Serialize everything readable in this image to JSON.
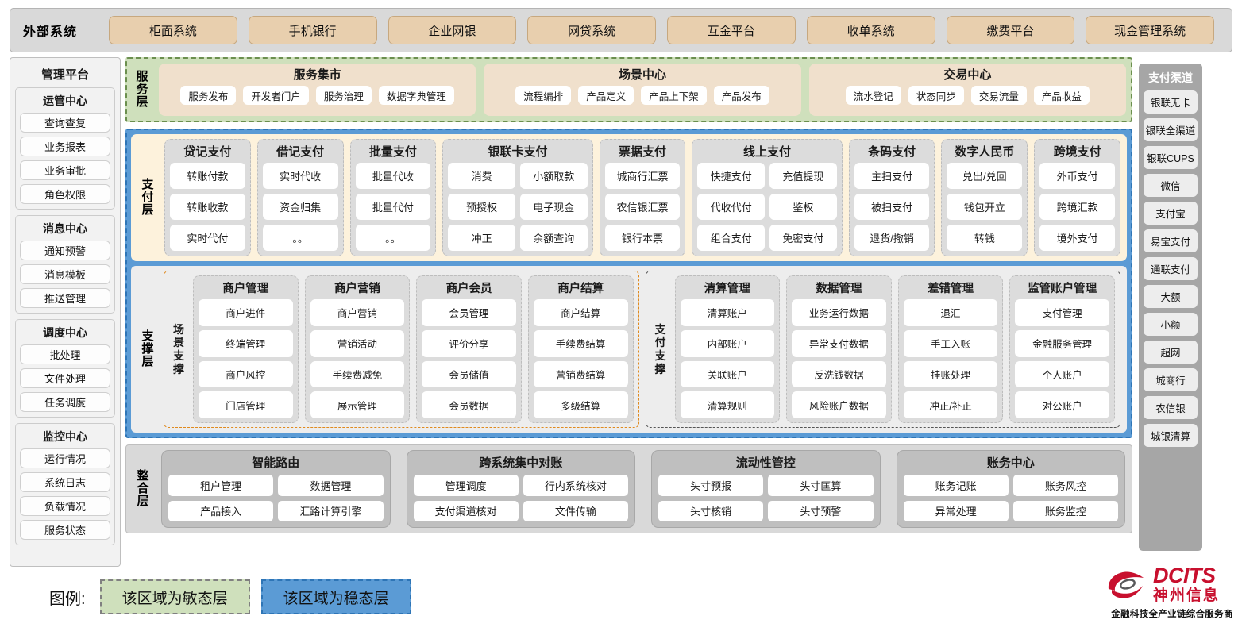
{
  "external": {
    "title": "外部系统",
    "items": [
      "柜面系统",
      "手机银行",
      "企业网银",
      "网贷系统",
      "互金平台",
      "收单系统",
      "缴费平台",
      "现金管理系统"
    ]
  },
  "management": {
    "title": "管理平台",
    "groups": [
      {
        "title": "运管中心",
        "items": [
          "查询查复",
          "业务报表",
          "业务审批",
          "角色权限"
        ]
      },
      {
        "title": "消息中心",
        "items": [
          "通知预警",
          "消息模板",
          "推送管理"
        ]
      },
      {
        "title": "调度中心",
        "items": [
          "批处理",
          "文件处理",
          "任务调度"
        ]
      },
      {
        "title": "监控中心",
        "items": [
          "运行情况",
          "系统日志",
          "负载情况",
          "服务状态"
        ]
      }
    ]
  },
  "channels": {
    "title": "支付渠道",
    "items": [
      "银联无卡",
      "银联全渠道",
      "银联CUPS",
      "微信",
      "支付宝",
      "易宝支付",
      "通联支付",
      "大额",
      "小额",
      "超网",
      "城商行",
      "农信银",
      "城银清算"
    ]
  },
  "service_layer": {
    "label": "服务层",
    "boxes": [
      {
        "title": "服务集市",
        "items": [
          "服务发布",
          "开发者门户",
          "服务治理",
          "数据字典管理"
        ]
      },
      {
        "title": "场景中心",
        "items": [
          "流程编排",
          "产品定义",
          "产品上下架",
          "产品发布"
        ]
      },
      {
        "title": "交易中心",
        "items": [
          "流水登记",
          "状态同步",
          "交易流量",
          "产品收益"
        ]
      }
    ]
  },
  "payment_layer": {
    "label": "支付层",
    "columns": [
      {
        "title": "贷记支付",
        "cols": [
          [
            "转账付款",
            "转账收款",
            "实时代付"
          ]
        ]
      },
      {
        "title": "借记支付",
        "cols": [
          [
            "实时代收",
            "资金归集",
            "。。"
          ]
        ]
      },
      {
        "title": "批量支付",
        "cols": [
          [
            "批量代收",
            "批量代付",
            "。。"
          ]
        ]
      },
      {
        "title": "银联卡支付",
        "cols": [
          [
            "消费",
            "预授权",
            "冲正"
          ],
          [
            "小额取款",
            "电子现金",
            "余额查询"
          ]
        ]
      },
      {
        "title": "票据支付",
        "cols": [
          [
            "城商行汇票",
            "农信银汇票",
            "银行本票"
          ]
        ]
      },
      {
        "title": "线上支付",
        "cols": [
          [
            "快捷支付",
            "代收代付",
            "组合支付"
          ],
          [
            "充值提现",
            "鉴权",
            "免密支付"
          ]
        ]
      },
      {
        "title": "条码支付",
        "cols": [
          [
            "主扫支付",
            "被扫支付",
            "退货/撤销"
          ]
        ]
      },
      {
        "title": "数字人民币",
        "cols": [
          [
            "兑出/兑回",
            "钱包开立",
            "转钱"
          ]
        ]
      },
      {
        "title": "跨境支付",
        "cols": [
          [
            "外币支付",
            "跨境汇款",
            "境外支付"
          ]
        ]
      }
    ]
  },
  "support_layer": {
    "label": "支撑层",
    "groups": [
      {
        "label": "场景支撑",
        "columns": [
          {
            "title": "商户管理",
            "items": [
              "商户进件",
              "终端管理",
              "商户风控",
              "门店管理"
            ]
          },
          {
            "title": "商户营销",
            "items": [
              "商户营销",
              "营销活动",
              "手续费减免",
              "展示管理"
            ]
          },
          {
            "title": "商户会员",
            "items": [
              "会员管理",
              "评价分享",
              "会员储值",
              "会员数据"
            ]
          },
          {
            "title": "商户结算",
            "items": [
              "商户结算",
              "手续费结算",
              "营销费结算",
              "多级结算"
            ]
          }
        ]
      },
      {
        "label": "支付支撑",
        "columns": [
          {
            "title": "清算管理",
            "items": [
              "清算账户",
              "内部账户",
              "关联账户",
              "清算规则"
            ]
          },
          {
            "title": "数据管理",
            "items": [
              "业务运行数据",
              "异常支付数据",
              "反洗钱数据",
              "风险账户数据"
            ]
          },
          {
            "title": "差错管理",
            "items": [
              "退汇",
              "手工入账",
              "挂账处理",
              "冲正/补正"
            ]
          },
          {
            "title": "监管账户管理",
            "items": [
              "支付管理",
              "金融服务管理",
              "个人账户",
              "对公账户"
            ]
          }
        ]
      }
    ]
  },
  "integration_layer": {
    "label": "整合层",
    "boxes": [
      {
        "title": "智能路由",
        "items": [
          "租户管理",
          "数据管理",
          "产品接入",
          "汇路计算引擎"
        ]
      },
      {
        "title": "跨系统集中对账",
        "items": [
          "管理调度",
          "行内系统核对",
          "支付渠道核对",
          "文件传输"
        ]
      },
      {
        "title": "流动性管控",
        "items": [
          "头寸预报",
          "头寸匡算",
          "头寸核销",
          "头寸预警"
        ]
      },
      {
        "title": "账务中心",
        "items": [
          "账务记账",
          "账务风控",
          "异常处理",
          "账务监控"
        ]
      }
    ]
  },
  "legend": {
    "label": "图例:",
    "agile": "该区域为敏态层",
    "stable": "该区域为稳态层",
    "agile_color": "#cfe0bc",
    "stable_color": "#5b9bd5"
  },
  "logo": {
    "en": "DCITS",
    "cn": "神州信息",
    "tagline": "金融科技全产业链综合服务商",
    "color": "#c8102e"
  }
}
